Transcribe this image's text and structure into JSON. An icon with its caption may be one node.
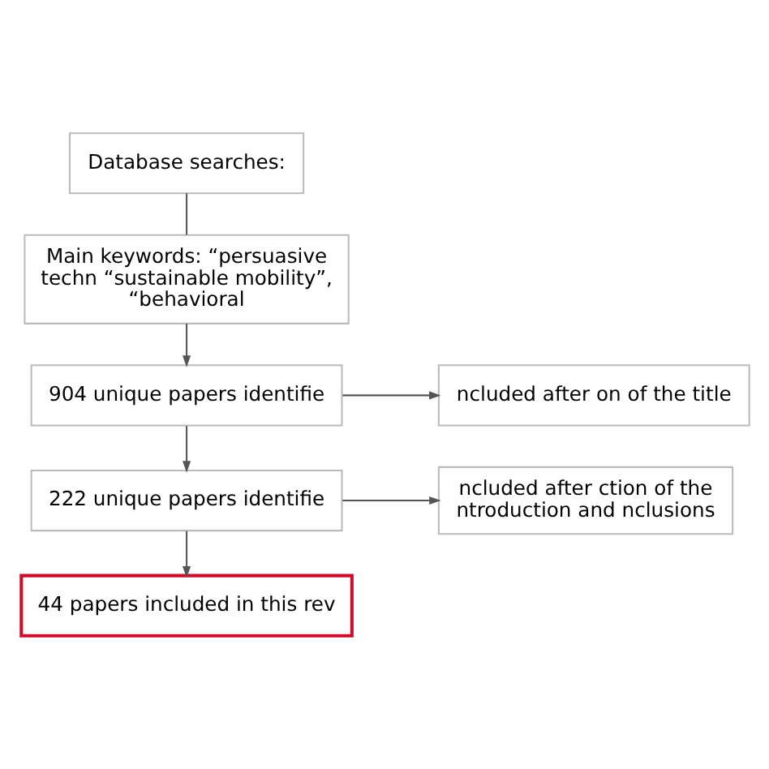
{
  "diagram": {
    "nodes": [
      {
        "text": [
          "Database searches:"
        ]
      },
      {
        "text": [
          "Main keywords: “persuasive techn “sustainable mobility”, “behavioral"
        ]
      },
      {
        "text": [
          "904 unique papers identifie"
        ]
      },
      {
        "text": [
          "ncluded after on of the title"
        ]
      },
      {
        "text": [
          "222 unique papers identifie"
        ]
      },
      {
        "text": [
          "ncluded after ction of the ntroduction and nclusions"
        ]
      },
      {
        "text": [
          "44 papers included in this rev"
        ]
      }
    ],
    "edges": [
      {
        "from": 0,
        "to": 1,
        "arrow": "none"
      },
      {
        "from": 1,
        "to": 2,
        "arrow": "to"
      },
      {
        "from": 2,
        "to": 3,
        "arrow": "to"
      },
      {
        "from": 2,
        "to": 4,
        "arrow": "to"
      },
      {
        "from": 4,
        "to": 5,
        "arrow": "to"
      },
      {
        "from": 4,
        "to": 6,
        "arrow": "to"
      }
    ]
  }
}
